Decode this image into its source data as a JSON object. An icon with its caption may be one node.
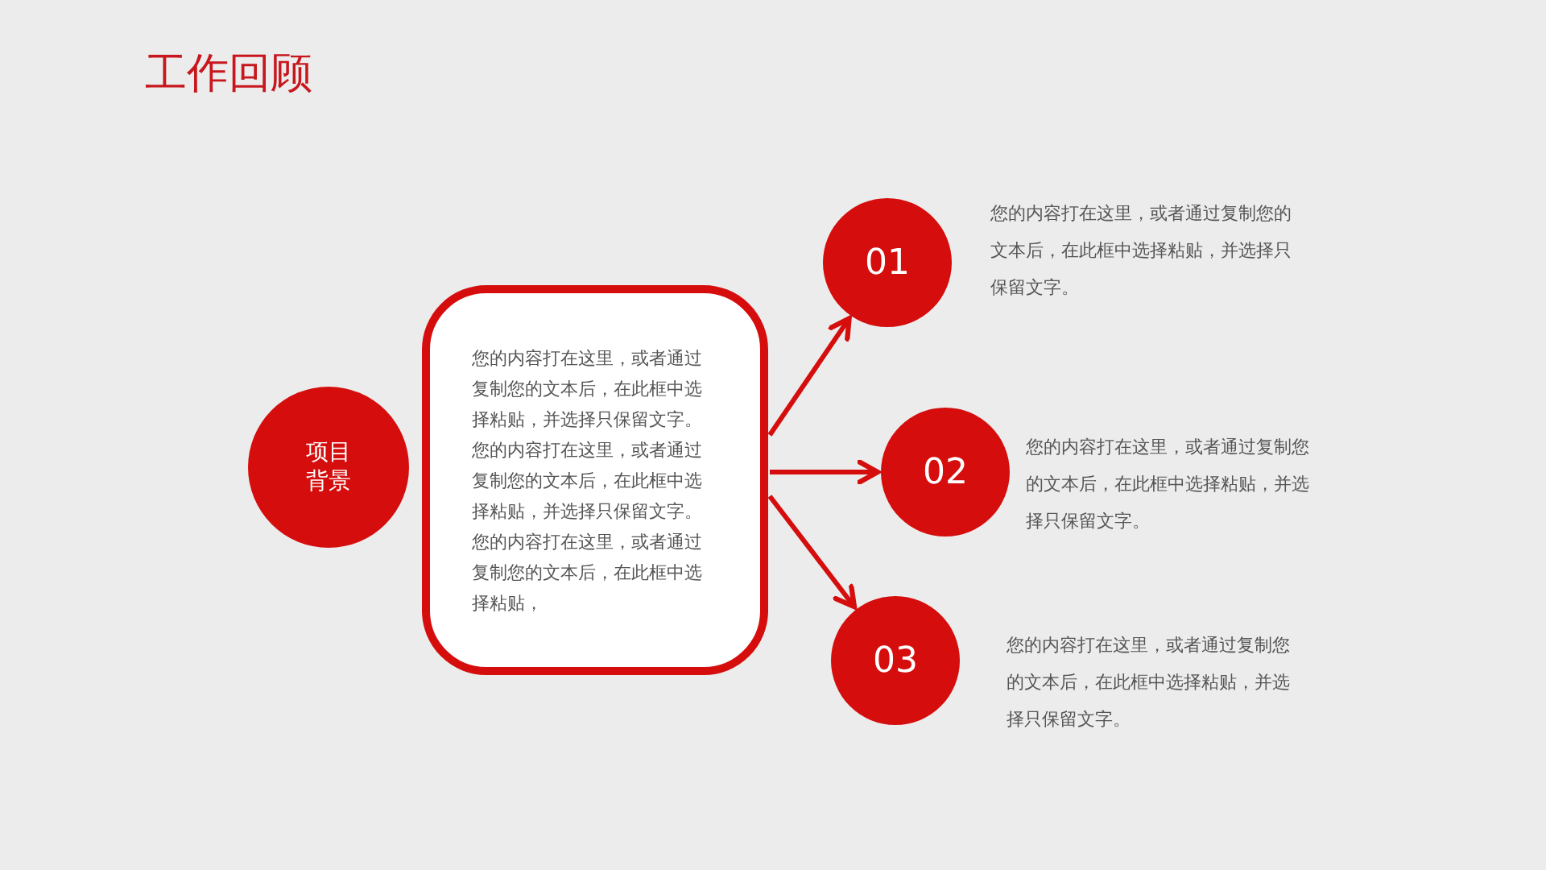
{
  "diagram": {
    "title": "工作回顾",
    "nodes": [
      {
        "text": [
          "项目背景"
        ]
      },
      {
        "text": [
          "您的内容打在这里，或者通过复制您的文本后，在此框中选择粘贴，并选择只保留文字。您的内容打在这里，或者通过复制您的文本后，在此框中选择粘贴，并选择只保留文字。您的内容打在这里，或者通过复制您的文本后，在此框中选择粘贴，"
        ]
      },
      {
        "text": [
          "01"
        ],
        "beside": [
          "您的内容打在这里，或者通过复制您的文本后，在此框中选择粘贴，并选择只保留文字。"
        ]
      },
      {
        "text": [
          "02"
        ],
        "beside": [
          "您的内容打在这里，或者通过复制您的文本后，在此框中选择粘贴，并选择只保留文字。"
        ]
      },
      {
        "text": [
          "03"
        ],
        "beside": [
          "您的内容打在这里，或者通过复制您的文本后，在此框中选择粘贴，并选择只保留文字。"
        ]
      }
    ],
    "edges": [
      {
        "from": 1,
        "to": 2,
        "arrow": "to"
      },
      {
        "from": 1,
        "to": 3,
        "arrow": "to"
      },
      {
        "from": 1,
        "to": 4,
        "arrow": "to"
      }
    ]
  }
}
